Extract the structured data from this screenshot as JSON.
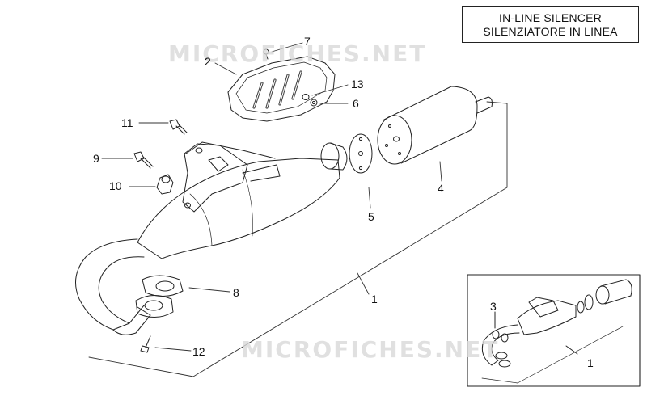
{
  "title": {
    "line1": "IN-LINE SILENCER",
    "line2": "SILENZIATORE IN LINEA"
  },
  "watermark": "MICROFICHES.NET",
  "callouts": {
    "c1_main": "1",
    "c2": "2",
    "c3": "3",
    "c4": "4",
    "c5": "5",
    "c6": "6",
    "c7": "7",
    "c8": "8",
    "c9": "9",
    "c10": "10",
    "c11": "11",
    "c12": "12",
    "c13": "13",
    "c1_inset": "1"
  }
}
